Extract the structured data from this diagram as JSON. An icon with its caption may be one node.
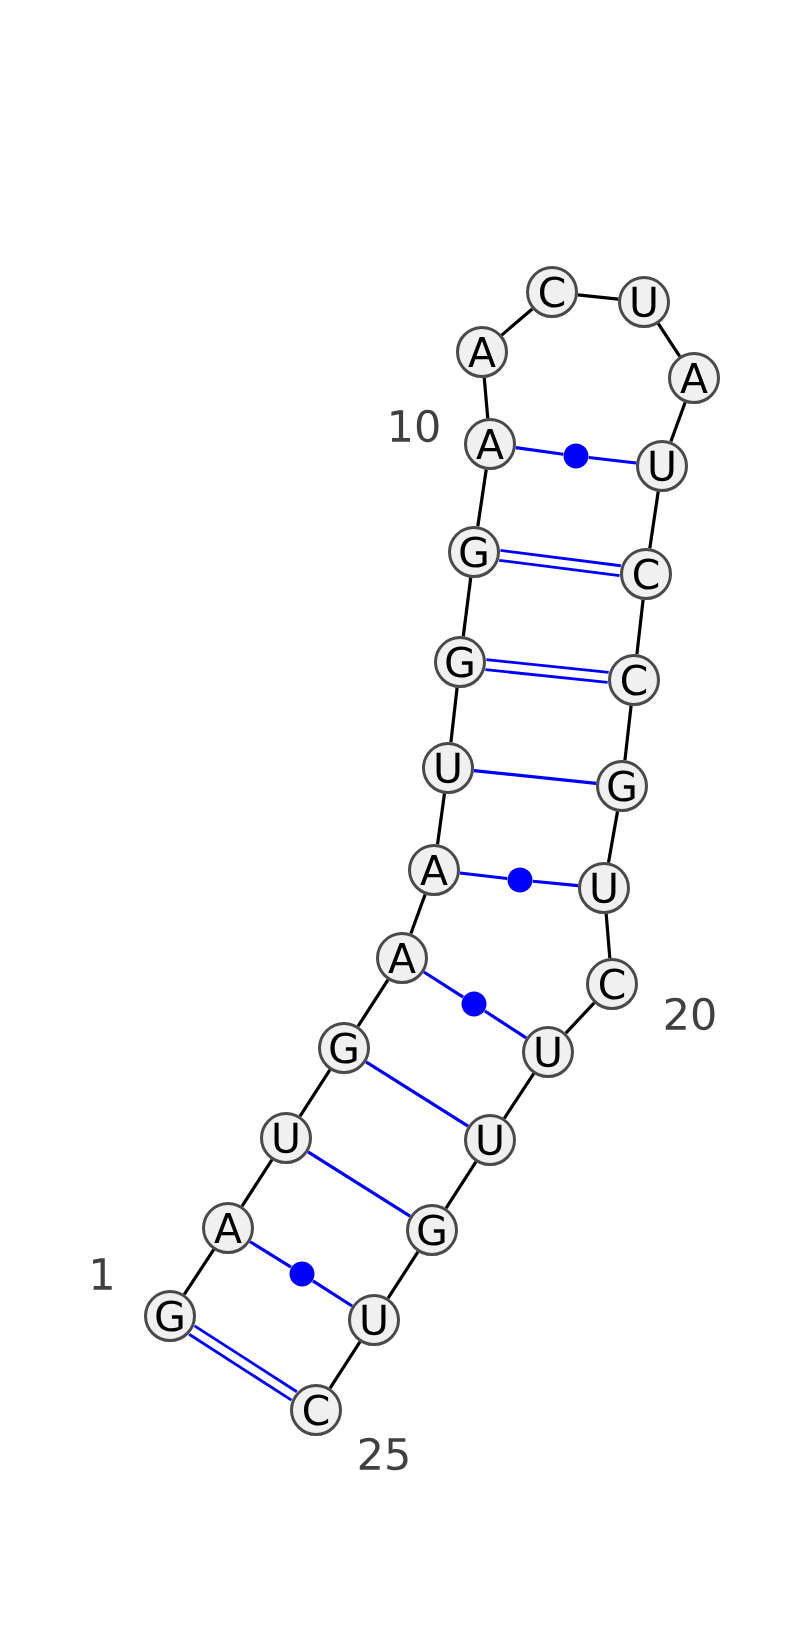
{
  "diagram": {
    "nodes": [
      {
        "text": [
          "G"
        ],
        "beside": [
          "1"
        ]
      },
      {
        "text": [
          "A"
        ]
      },
      {
        "text": [
          "U"
        ]
      },
      {
        "text": [
          "G"
        ]
      },
      {
        "text": [
          "A"
        ]
      },
      {
        "text": [
          "A"
        ]
      },
      {
        "text": [
          "U"
        ]
      },
      {
        "text": [
          "G"
        ]
      },
      {
        "text": [
          "G"
        ]
      },
      {
        "text": [
          "A"
        ],
        "beside": [
          "10"
        ]
      },
      {
        "text": [
          "A"
        ]
      },
      {
        "text": [
          "C"
        ]
      },
      {
        "text": [
          "U"
        ]
      },
      {
        "text": [
          "A"
        ]
      },
      {
        "text": [
          "U"
        ]
      },
      {
        "text": [
          "C"
        ]
      },
      {
        "text": [
          "C"
        ]
      },
      {
        "text": [
          "G"
        ]
      },
      {
        "text": [
          "U"
        ]
      },
      {
        "text": [
          "C"
        ],
        "beside": [
          "20"
        ]
      },
      {
        "text": [
          "U"
        ]
      },
      {
        "text": [
          "U"
        ]
      },
      {
        "text": [
          "G"
        ]
      },
      {
        "text": [
          "U"
        ]
      },
      {
        "text": [
          "C"
        ],
        "beside": [
          "25"
        ]
      },
      {
        "text": [],
        "shape": "circle"
      },
      {
        "text": [],
        "shape": "circle"
      },
      {
        "text": [],
        "shape": "circle"
      },
      {
        "text": [],
        "shape": "circle"
      }
    ],
    "edges": [
      {
        "from": 0,
        "to": 1,
        "arrow": "none"
      },
      {
        "from": 1,
        "to": 2,
        "arrow": "none"
      },
      {
        "from": 2,
        "to": 3,
        "arrow": "none"
      },
      {
        "from": 3,
        "to": 4,
        "arrow": "none"
      },
      {
        "from": 4,
        "to": 5,
        "arrow": "none"
      },
      {
        "from": 5,
        "to": 6,
        "arrow": "none"
      },
      {
        "from": 6,
        "to": 7,
        "arrow": "none"
      },
      {
        "from": 7,
        "to": 8,
        "arrow": "none"
      },
      {
        "from": 8,
        "to": 9,
        "arrow": "none"
      },
      {
        "from": 9,
        "to": 10,
        "arrow": "none"
      },
      {
        "from": 10,
        "to": 11,
        "arrow": "none"
      },
      {
        "from": 11,
        "to": 12,
        "arrow": "none"
      },
      {
        "from": 12,
        "to": 13,
        "arrow": "none"
      },
      {
        "from": 13,
        "to": 14,
        "arrow": "none"
      },
      {
        "from": 14,
        "to": 15,
        "arrow": "none"
      },
      {
        "from": 15,
        "to": 16,
        "arrow": "none"
      },
      {
        "from": 16,
        "to": 17,
        "arrow": "none"
      },
      {
        "from": 17,
        "to": 18,
        "arrow": "none"
      },
      {
        "from": 18,
        "to": 19,
        "arrow": "none"
      },
      {
        "from": 19,
        "to": 20,
        "arrow": "none"
      },
      {
        "from": 20,
        "to": 21,
        "arrow": "none"
      },
      {
        "from": 21,
        "to": 22,
        "arrow": "none"
      },
      {
        "from": 22,
        "to": 23,
        "arrow": "none"
      },
      {
        "from": 23,
        "to": 24,
        "arrow": "none"
      },
      {
        "from": 0,
        "to": 24,
        "arrow": "none",
        "color": "#0000ff"
      },
      {
        "from": 0,
        "to": 24,
        "arrow": "none",
        "color": "#0000ff"
      },
      {
        "from": 1,
        "to": 28,
        "arrow": "none",
        "color": "#0000ff"
      },
      {
        "from": 28,
        "to": 23,
        "arrow": "none",
        "color": "#0000ff"
      },
      {
        "from": 2,
        "to": 22,
        "arrow": "none",
        "color": "#0000ff"
      },
      {
        "from": 3,
        "to": 21,
        "arrow": "none",
        "color": "#0000ff"
      },
      {
        "from": 4,
        "to": 27,
        "arrow": "none",
        "color": "#0000ff"
      },
      {
        "from": 27,
        "to": 20,
        "arrow": "none",
        "color": "#0000ff"
      },
      {
        "from": 5,
        "to": 26,
        "arrow": "none",
        "color": "#0000ff"
      },
      {
        "from": 26,
        "to": 18,
        "arrow": "none",
        "color": "#0000ff"
      },
      {
        "from": 6,
        "to": 17,
        "arrow": "none",
        "color": "#0000ff"
      },
      {
        "from": 7,
        "to": 16,
        "arrow": "none",
        "color": "#0000ff"
      },
      {
        "from": 7,
        "to": 16,
        "arrow": "none",
        "color": "#0000ff"
      },
      {
        "from": 8,
        "to": 15,
        "arrow": "none",
        "color": "#0000ff"
      },
      {
        "from": 8,
        "to": 15,
        "arrow": "none",
        "color": "#0000ff"
      },
      {
        "from": 9,
        "to": 25,
        "arrow": "none",
        "color": "#0000ff"
      },
      {
        "from": 25,
        "to": 14,
        "arrow": "none",
        "color": "#0000ff"
      }
    ]
  }
}
